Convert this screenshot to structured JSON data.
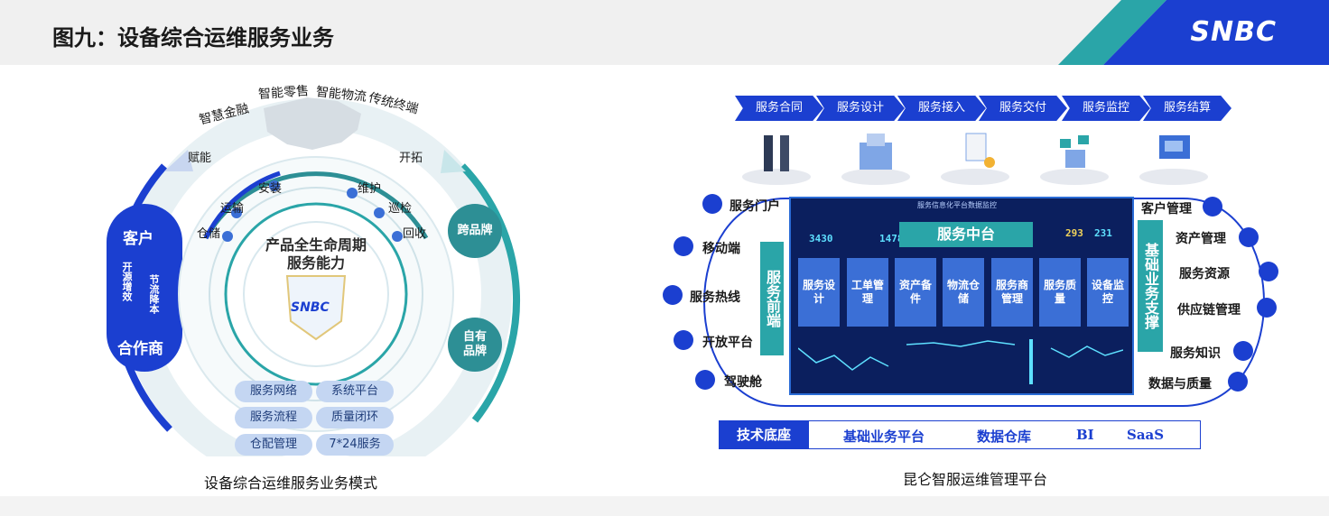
{
  "header": {
    "title": "图九：设备综合运维服务业务",
    "logo": "SNBC",
    "colors": {
      "deco_teal": "#2aa5a8",
      "deco_blue": "#1b3fd0"
    }
  },
  "left": {
    "top_labels": [
      "智慧金融",
      "智能零售",
      "智能物流",
      "传统终端"
    ],
    "empower": "赋能",
    "expand": "开拓",
    "customer": "客户",
    "partner": "合作商",
    "open_source": "开源增效",
    "cost_save": "节流降本",
    "lifecycle_stages": [
      "仓储",
      "运输",
      "安装",
      "维护",
      "巡检",
      "回收"
    ],
    "core_line1": "产品全生命周期",
    "core_line2": "服务能力",
    "core_logo": "SNBC",
    "cross_brand": "跨品牌",
    "own_brand": "自有品牌",
    "pills": [
      "服务网络",
      "系统平台",
      "服务流程",
      "质量闭环",
      "仓配管理",
      "7*24服务"
    ],
    "caption": "设备综合运维服务业务模式"
  },
  "right": {
    "steps": [
      "服务合同",
      "服务设计",
      "服务接入",
      "服务交付",
      "服务监控",
      "服务结算"
    ],
    "left_nodes": [
      "服务门户",
      "移动端",
      "服务热线",
      "开放平台",
      "驾驶舱"
    ],
    "right_nodes": [
      "客户管理",
      "资产管理",
      "服务资源",
      "供应链管理",
      "服务知识",
      "数据与质量"
    ],
    "front_end": "服务前端",
    "back_support": "基础业务支撑",
    "panel_small_title": "服务信息化平台数据监控",
    "panel_title": "服务中台",
    "panel_numbers": [
      "3430",
      "1478",
      "293",
      "231"
    ],
    "modules": [
      "服务设计",
      "工单管理",
      "资产备件",
      "物流仓储",
      "服务商管理",
      "服务质量",
      "设备监控"
    ],
    "tech_head": "技术底座",
    "tech_items": [
      "基础业务平台",
      "数据仓库",
      "BI",
      "SaaS"
    ],
    "caption": "昆仑智服运维管理平台"
  }
}
